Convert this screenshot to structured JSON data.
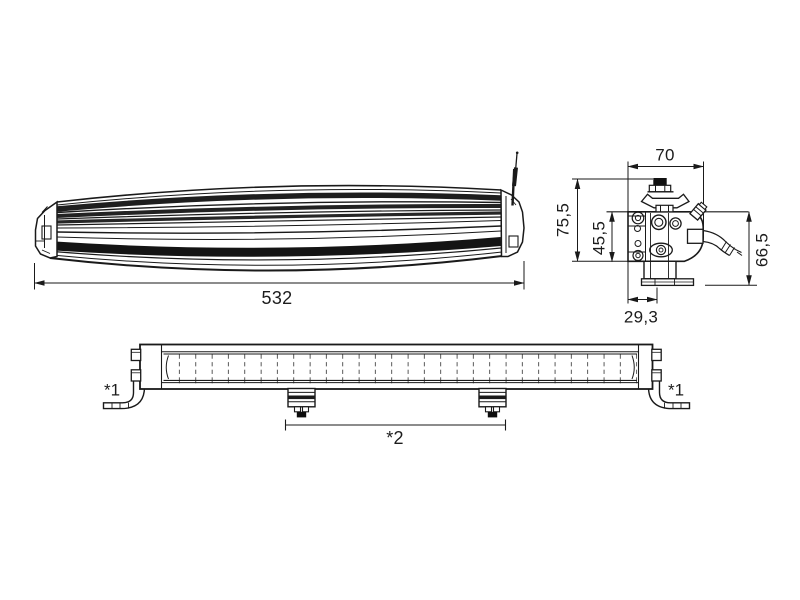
{
  "drawing": {
    "side_view": {
      "length": "532"
    },
    "end_view": {
      "width": "70",
      "total_height": "75,5",
      "body_height": "45,5",
      "mount_height": "66,5",
      "foot_offset": "29,3"
    },
    "front_view": {
      "bracket_note_left": "*1",
      "bracket_note_right": "*1",
      "mount_spacing_note": "*2"
    }
  },
  "colors": {
    "line": "#1a1a1a",
    "text": "#1c1c1c",
    "background": "#ffffff"
  }
}
